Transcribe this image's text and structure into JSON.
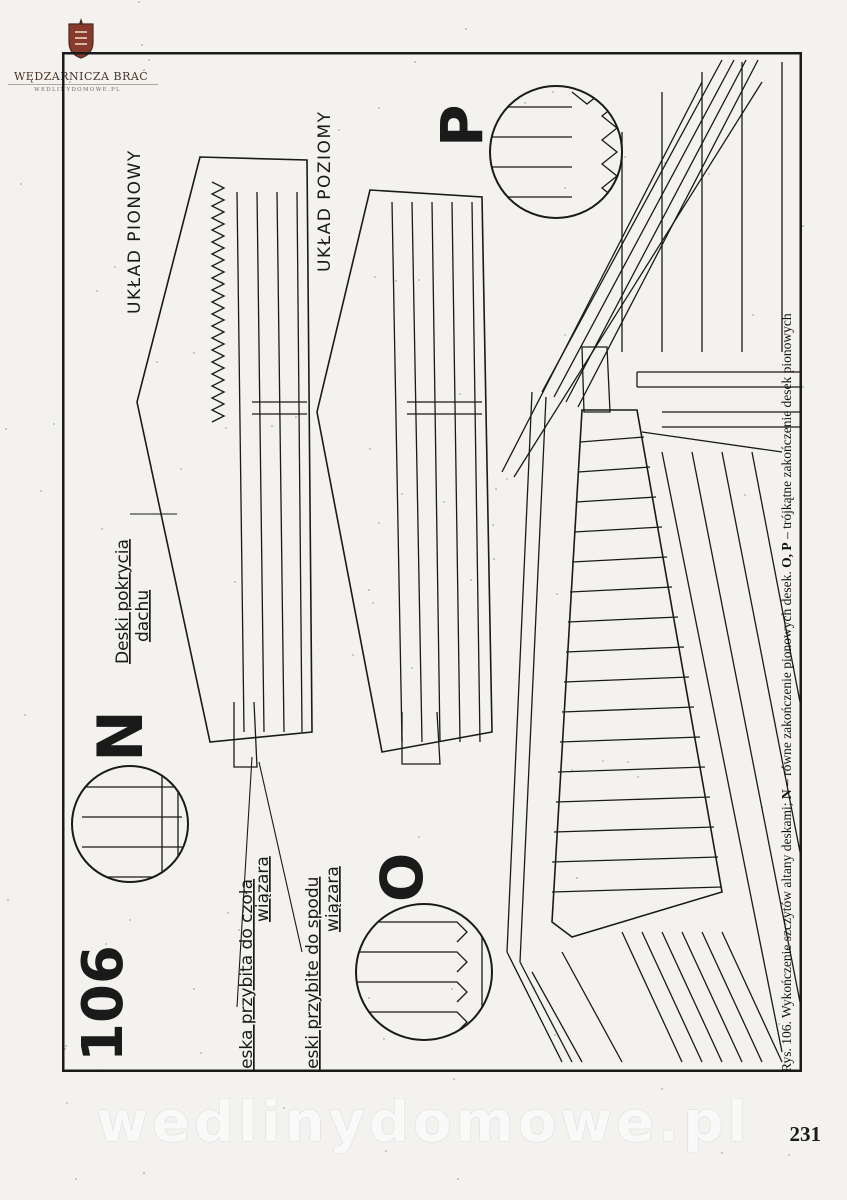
{
  "logo": {
    "name": "WĘDZARNICZA BRAĆ",
    "subtitle": "WEDLINYDOMOWE.PL"
  },
  "figure": {
    "number": "106",
    "variant_labels": {
      "n": "N",
      "o": "O",
      "p": "P"
    },
    "labels": {
      "roof_boards_line1": "Deski pokrycia",
      "roof_boards_line2": "dachu",
      "front_board_line1": "Deska przybita do czoła",
      "front_board_line2": "wiązara",
      "bottom_boards_line1": "Deski przybite do spodu",
      "bottom_boards_line2": "wiązara",
      "vertical_layout": "UKŁAD PIONOWY",
      "horizontal_layout": "UKŁAD POZIOMY"
    }
  },
  "caption": {
    "prefix": "Rys. 106. Wykończenie szczytów altany deskami;",
    "n_letter": "N",
    "n_text": "– równe zakończenie pionowych desek.",
    "op_letters": "O, P",
    "op_text": "– trójkątne zakończenie desek pionowych"
  },
  "watermark": "wedlinydomowe.pl",
  "page_number": "231",
  "colors": {
    "ink": "#1a1a1a",
    "paper": "#f3f2ee",
    "logo": "#4a3328"
  }
}
